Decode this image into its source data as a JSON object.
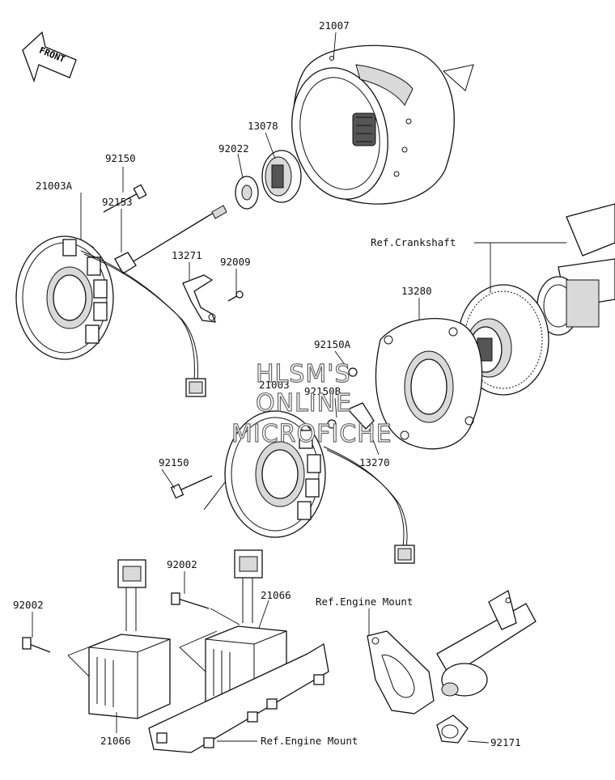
{
  "front_badge": "FRONT",
  "watermark": [
    "HLSM'S",
    "ONLINE",
    "MICROFICHE"
  ],
  "labels": {
    "p21007": "21007",
    "p13078": "13078",
    "p92022": "92022",
    "p92150_top": "92150",
    "p21003A": "21003A",
    "p92153": "92153",
    "p13271": "13271",
    "p92009": "92009",
    "ref_crankshaft": "Ref.Crankshaft",
    "p13280": "13280",
    "p92150A": "92150A",
    "p21003": "21003",
    "p92150B": "92150B",
    "p92150_mid": "92150",
    "p13270": "13270",
    "p92002_mid": "92002",
    "p92002_left": "92002",
    "p21066_right": "21066",
    "p21066_left": "21066",
    "ref_engine_mount_top": "Ref.Engine Mount",
    "ref_engine_mount_bottom": "Ref.Engine Mount",
    "p92171": "92171"
  },
  "colors": {
    "line": "#111111",
    "fill": "#ffffff",
    "shade": "#d9d9d9",
    "watermark_outline": "#666666"
  }
}
